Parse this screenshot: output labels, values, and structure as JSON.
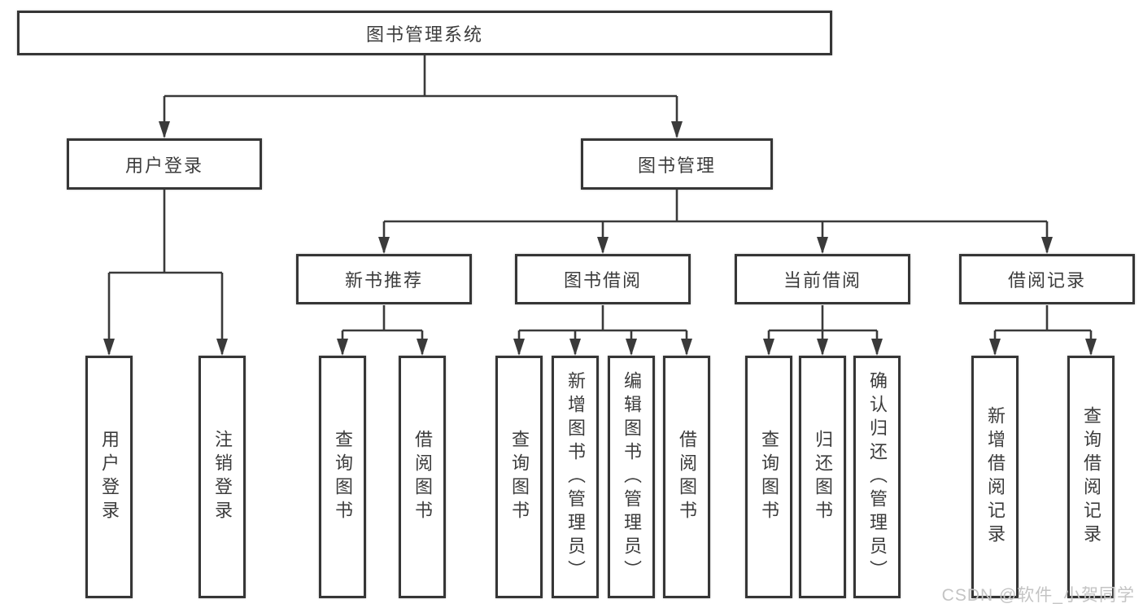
{
  "diagram": {
    "root": "图书管理系统",
    "branches": {
      "user_login": "用户登录",
      "book_mgmt": "图书管理"
    },
    "modules": {
      "new_book": "新书推荐",
      "book_borrow": "图书借阅",
      "current_borrow": "当前借阅",
      "borrow_record": "借阅记录"
    },
    "leaves": {
      "user_login": [
        "用户登录",
        "注销登录"
      ],
      "new_book": [
        "查询图书",
        "借阅图书"
      ],
      "book_borrow": [
        "查询图书",
        "新增图书（管理员）",
        "编辑图书（管理员）",
        "借阅图书"
      ],
      "current_borrow": [
        "查询图书",
        "归还图书",
        "确认归还（管理员）"
      ],
      "borrow_record": [
        "新增借阅记录",
        "查询借阅记录"
      ]
    }
  },
  "colors": {
    "line": "#3a3a3a",
    "box_border": "#363636",
    "text": "#3c3c3c",
    "watermark": "#c4c4c4",
    "background": "#ffffff"
  },
  "watermark": "CSDN @软件_小贺同学"
}
